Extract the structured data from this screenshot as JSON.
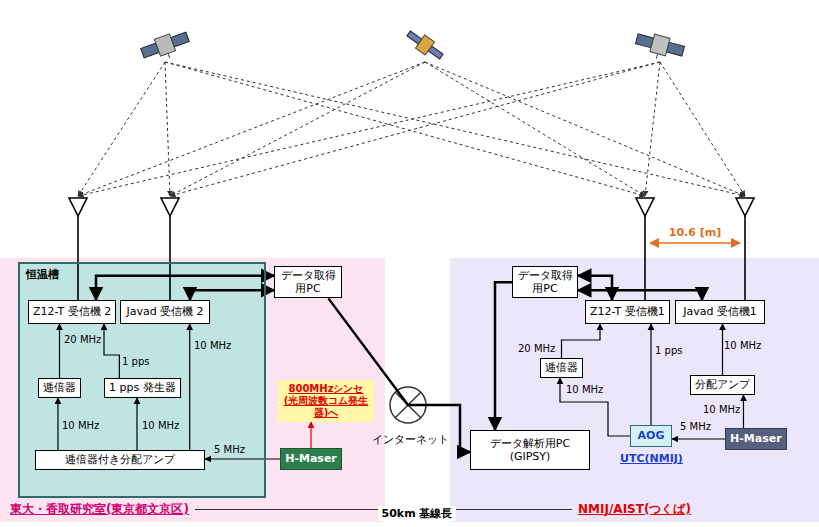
{
  "diagram": {
    "nodes": [
      {
        "text": [
          "東大・香取研究室(東京都文京区)"
        ]
      },
      {
        "text": [
          "NMIJ/AIST(つくば)"
        ]
      },
      {
        "text": [
          "恒温槽"
        ],
        "in": 0
      },
      {
        "text": [
          "Z12-T 受信機 2"
        ],
        "in": 2
      },
      {
        "text": [
          "Javad 受信機 2"
        ],
        "in": 2
      },
      {
        "text": [
          "逓倍器"
        ],
        "in": 2
      },
      {
        "text": [
          "1 pps 発生器"
        ],
        "in": 2
      },
      {
        "text": [
          "逓倍器付き分配アンプ"
        ],
        "in": 2
      },
      {
        "text": [
          "データ取得用PC"
        ],
        "in": 0
      },
      {
        "text": [
          "H-Maser"
        ],
        "in": 0
      },
      {
        "text": [
          "800MHzシンセ(光周波数コム発生器)へ"
        ],
        "in": 0
      },
      {
        "text": [
          "データ取得用PC"
        ],
        "in": 1
      },
      {
        "text": [
          "Z12-T 受信機1"
        ],
        "in": 1
      },
      {
        "text": [
          "Javad 受信機1"
        ],
        "in": 1
      },
      {
        "text": [
          "逓倍器"
        ],
        "in": 1
      },
      {
        "text": [
          "分配アンプ"
        ],
        "in": 1
      },
      {
        "text": [
          "AOG"
        ],
        "in": 1
      },
      {
        "text": [
          "H-Maser"
        ],
        "in": 1
      },
      {
        "text": [
          "データ解析用PC (GIPSY)"
        ],
        "in": 1
      }
    ],
    "edges": [
      {
        "from": 8,
        "to": 3,
        "arrow": "both"
      },
      {
        "from": 8,
        "to": 4,
        "arrow": "both"
      },
      {
        "from": 5,
        "to": 3,
        "label": "20 MHz",
        "arrow": "to"
      },
      {
        "from": 6,
        "to": 3,
        "label": "1 pps",
        "arrow": "to"
      },
      {
        "from": 7,
        "to": 4,
        "label": "10 MHz",
        "arrow": "to"
      },
      {
        "from": 7,
        "to": 5,
        "label": "10 MHz",
        "arrow": "to"
      },
      {
        "from": 7,
        "to": 6,
        "label": "10 MHz",
        "arrow": "to"
      },
      {
        "from": 9,
        "to": 7,
        "label": "5 MHz",
        "arrow": "to"
      },
      {
        "from": 9,
        "to": 10,
        "arrow": "to"
      },
      {
        "from": 11,
        "to": 12,
        "arrow": "both"
      },
      {
        "from": 11,
        "to": 13,
        "arrow": "both"
      },
      {
        "from": 14,
        "to": 12,
        "label": "20 MHz",
        "arrow": "to"
      },
      {
        "from": 16,
        "to": 12,
        "label": "1 pps",
        "arrow": "to"
      },
      {
        "from": 16,
        "to": 14,
        "label": "10 MHz",
        "arrow": "to"
      },
      {
        "from": 15,
        "to": 13,
        "label": "10 MHz",
        "arrow": "to"
      },
      {
        "from": 17,
        "to": 15,
        "label": "10 MHz",
        "arrow": "to"
      },
      {
        "from": 17,
        "to": 16,
        "label": "5 MHz",
        "arrow": "to"
      },
      {
        "from": 8,
        "to": 18,
        "arrow": "to"
      },
      {
        "from": 11,
        "to": 18,
        "arrow": "to"
      }
    ],
    "labels": [
      "10.6 [m]",
      "インターネット",
      "UTC(NMIJ)",
      "50km 基線長"
    ]
  }
}
